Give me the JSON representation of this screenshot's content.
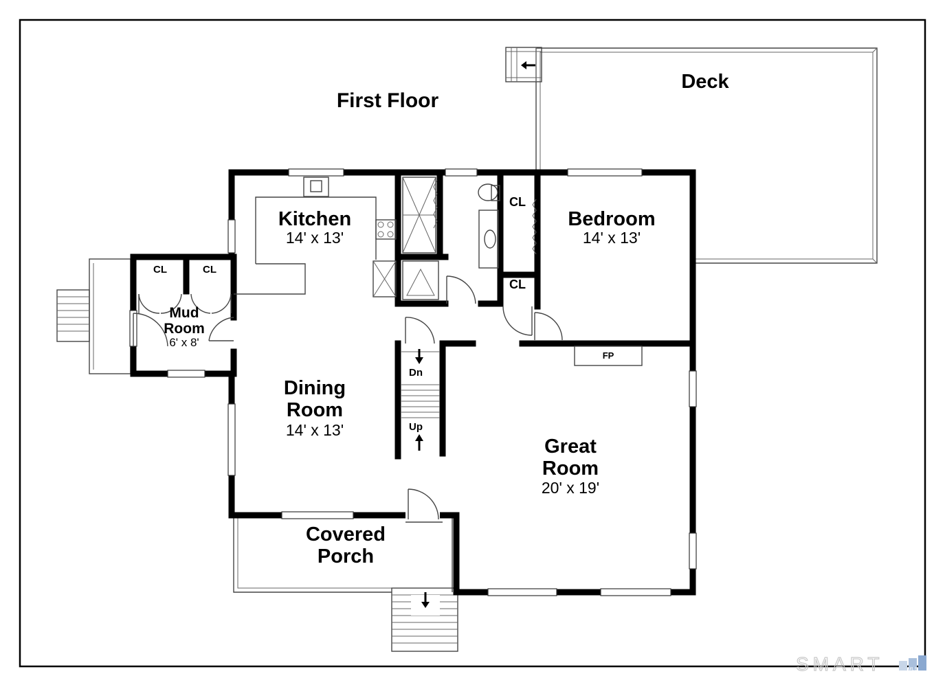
{
  "title": "First Floor",
  "rooms": {
    "deck": "Deck",
    "kitchen": {
      "name": "Kitchen",
      "dims": "14' x 13'"
    },
    "bedroom": {
      "name": "Bedroom",
      "dims": "14' x 13'"
    },
    "mud_room": {
      "name_line1": "Mud",
      "name_line2": "Room",
      "dims": "6' x 8'"
    },
    "dining_room": {
      "name_line1": "Dining",
      "name_line2": "Room",
      "dims": "14' x 13'"
    },
    "great_room": {
      "name_line1": "Great",
      "name_line2": "Room",
      "dims": "20' x 19'"
    },
    "covered_porch": {
      "name_line1": "Covered",
      "name_line2": "Porch"
    }
  },
  "closets": {
    "cl_mud_left": "CL",
    "cl_mud_right": "CL",
    "cl_bed_top": "CL",
    "cl_bed_bottom": "CL"
  },
  "fireplace": "FP",
  "stairs": {
    "down": "Dn",
    "up": "Up"
  },
  "watermark": {
    "text": "SMART",
    "badge": "MLS"
  }
}
